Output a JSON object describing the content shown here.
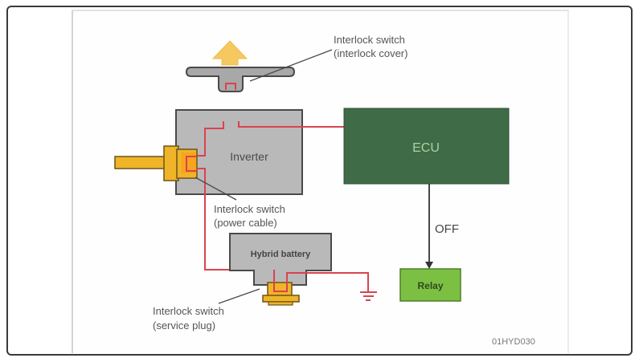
{
  "figure_id": "01HYD030",
  "colors": {
    "wire": "#d9434f",
    "housing_gray": "#b9b9b9",
    "outline": "#4a4a4a",
    "connector_yellow": "#f0b429",
    "arrow_yellow": "#f5c860",
    "ecu_green": "#3f6b47",
    "ecu_text": "#a9d3a0",
    "relay_green": "#7cc043",
    "relay_text": "#2d4a1f",
    "label_gray": "#555555"
  },
  "components": {
    "inverter": {
      "label": "Inverter"
    },
    "ecu": {
      "label": "ECU"
    },
    "relay": {
      "label": "Relay"
    },
    "hybrid_battery": {
      "label": "Hybrid battery"
    }
  },
  "labels": {
    "cover": {
      "line1": "Interlock switch",
      "line2": "(interlock cover)"
    },
    "power_cable": {
      "line1": "Interlock switch",
      "line2": "(power cable)"
    },
    "service_plug": {
      "line1": "Interlock switch",
      "line2": "(service plug)"
    }
  },
  "signal": {
    "label": "OFF"
  },
  "icons": {
    "removal_arrow": "arrow-up-icon",
    "ground": "ground-icon"
  }
}
